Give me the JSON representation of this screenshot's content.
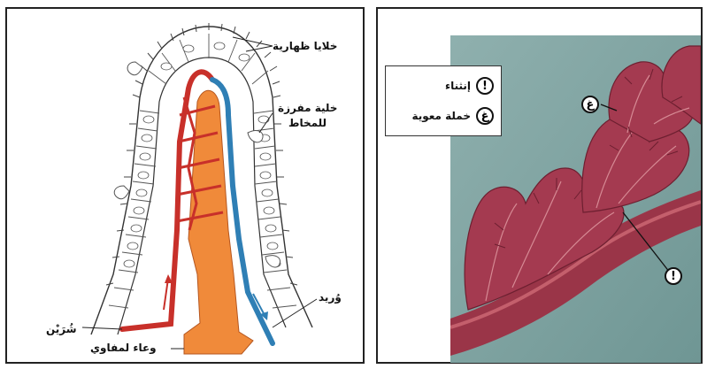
{
  "left_diagram": {
    "labels": {
      "epithelial_cells": "خلايا ظهارية",
      "mucus_cell_line1": "خلية مفرزة",
      "mucus_cell_line2": "للمخاط",
      "vein": "وُريد",
      "artery": "شُرَيْن",
      "lymph_vessel": "وعاء لمفاوي"
    },
    "colors": {
      "artery": "#c8302a",
      "vein": "#2f7fb5",
      "lacteal": "#f08a3a",
      "cell_outline": "#333333"
    }
  },
  "right_photo": {
    "legend": [
      {
        "symbol": "!",
        "text": "إنثناء"
      },
      {
        "symbol": "غ",
        "text": "خملة معوية"
      }
    ],
    "markers": [
      "غ",
      "!"
    ],
    "colors": {
      "background": "#7fa3a1",
      "tissue": "#9a3548",
      "tissue_light": "#c45f6c"
    }
  }
}
